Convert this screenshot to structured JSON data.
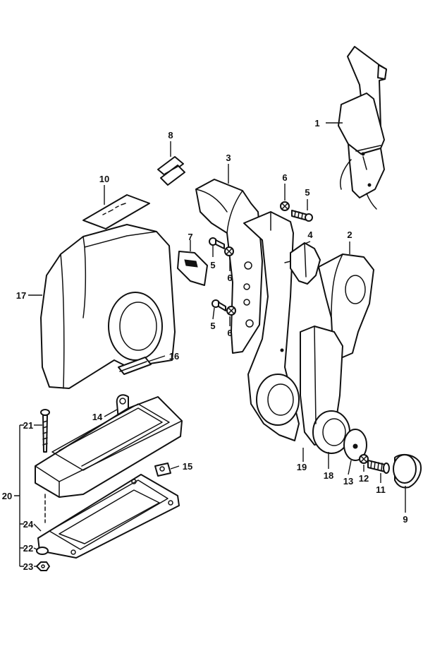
{
  "callouts": {
    "c1": "1",
    "c2": "2",
    "c3": "3",
    "c4": "4",
    "c5a": "5",
    "c5b": "5",
    "c5c": "5",
    "c6a": "6",
    "c6b": "6",
    "c6c": "6",
    "c7": "7",
    "c8": "8",
    "c9": "9",
    "c10": "10",
    "c11": "11",
    "c12": "12",
    "c13": "13",
    "c14": "14",
    "c15": "15",
    "c16": "16",
    "c17": "17",
    "c18": "18",
    "c19": "19",
    "c20": "20",
    "c21": "21",
    "c22": "22",
    "c23": "23",
    "c24": "24"
  }
}
